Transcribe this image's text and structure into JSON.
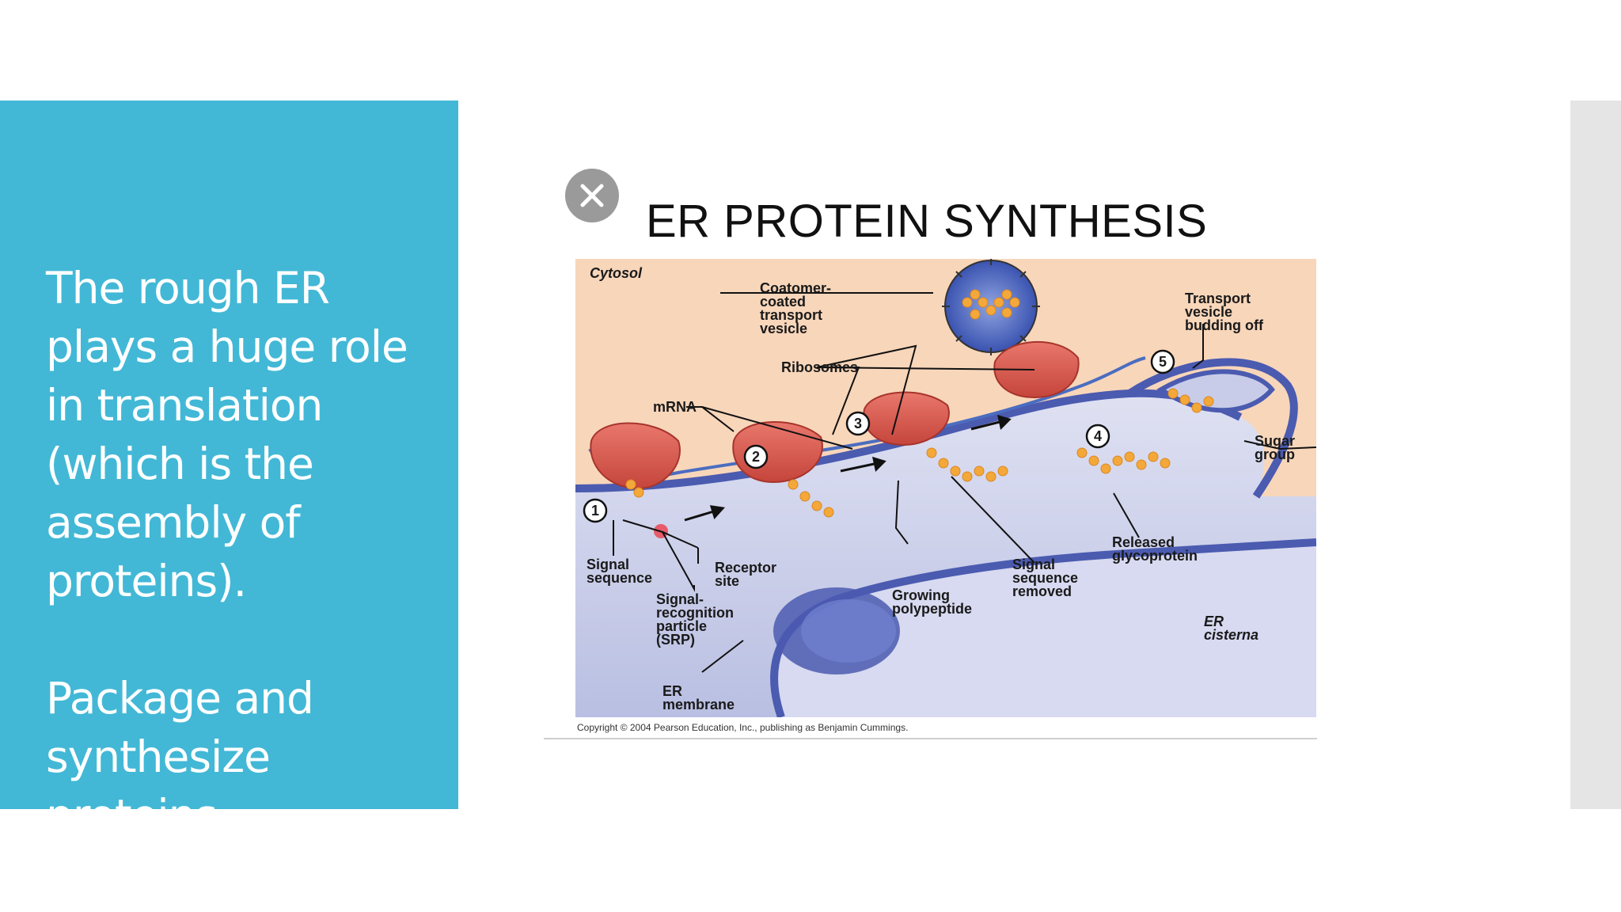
{
  "slide": {
    "text_lines": [
      "The rough ER",
      "plays a huge role",
      "in translation",
      "(which is the",
      "assembly of",
      "proteins).",
      "Package and",
      "synthesize",
      "proteins"
    ]
  },
  "figure": {
    "title": "ER PROTEIN SYNTHESIS",
    "labels": {
      "cytosol": "Cytosol",
      "coatomer": [
        "Coatomer-",
        "coated",
        "transport",
        "vesicle"
      ],
      "transport_vesicle": [
        "Transport",
        "vesicle",
        "budding off"
      ],
      "ribosomes": "Ribosomes",
      "mrna": "mRNA",
      "sugar_group": [
        "Sugar",
        "group"
      ],
      "signal_sequence": [
        "Signal",
        "sequence"
      ],
      "receptor_site": [
        "Receptor",
        "site"
      ],
      "srp": [
        "Signal-",
        "recognition",
        "particle",
        "(SRP)"
      ],
      "growing_polypeptide": [
        "Growing",
        "polypeptide"
      ],
      "signal_removed": [
        "Signal",
        "sequence",
        "removed"
      ],
      "released_glycoprotein": [
        "Released",
        "glycoprotein"
      ],
      "er_cisterna": [
        "ER",
        "cisterna"
      ],
      "er_membrane": [
        "ER",
        "membrane"
      ],
      "steps": [
        "1",
        "2",
        "3",
        "4",
        "5"
      ]
    },
    "copyright": "Copyright © 2004 Pearson Education, Inc., publishing as Benjamin Cummings."
  },
  "colors": {
    "accent_panel": "#42b8d6",
    "cytosol_bg": "#f8d6ba",
    "er_lumen": "#c8cce8",
    "er_membrane": "#4b5bb0",
    "ribosome": "#d9534a",
    "polypeptide": "#f4a83a"
  },
  "icons": {
    "close": "close-icon"
  }
}
